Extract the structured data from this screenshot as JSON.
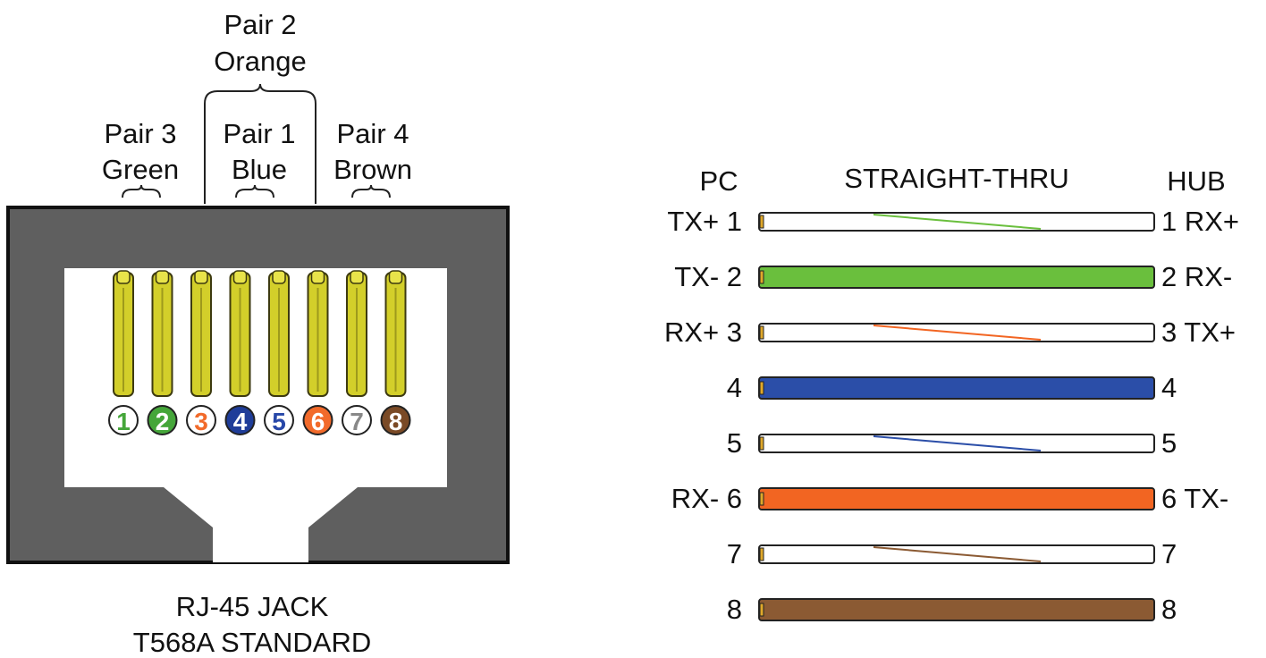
{
  "jack": {
    "pair2": {
      "name": "Pair 2",
      "color": "Orange"
    },
    "pair3": {
      "name": "Pair 3",
      "color": "Green"
    },
    "pair1": {
      "name": "Pair 1",
      "color": "Blue"
    },
    "pair4": {
      "name": "Pair 4",
      "color": "Brown"
    },
    "caption_line1": "RJ-45 JACK",
    "caption_line2": "T568A STANDARD",
    "pins": [
      {
        "num": "1",
        "fill": "#ffffff",
        "text": "#45a63a"
      },
      {
        "num": "2",
        "fill": "#45a63a",
        "text": "#ffffff"
      },
      {
        "num": "3",
        "fill": "#ffffff",
        "text": "#f26a2a"
      },
      {
        "num": "4",
        "fill": "#1f3d99",
        "text": "#ffffff"
      },
      {
        "num": "5",
        "fill": "#ffffff",
        "text": "#2747a8"
      },
      {
        "num": "6",
        "fill": "#f26a2a",
        "text": "#ffffff"
      },
      {
        "num": "7",
        "fill": "#ffffff",
        "text": "#888888"
      },
      {
        "num": "8",
        "fill": "#7a4a26",
        "text": "#ffffff"
      }
    ]
  },
  "cable": {
    "left_header": "PC",
    "title": "STRAIGHT-THRU",
    "right_header": "HUB",
    "wires": [
      {
        "left": "TX+ 1",
        "right": "1 RX+",
        "style": "stripe",
        "color": "#6abf3d"
      },
      {
        "left": "TX- 2",
        "right": "2 RX-",
        "style": "solid",
        "color": "#6abf3d"
      },
      {
        "left": "RX+ 3",
        "right": "3 TX+",
        "style": "stripe",
        "color": "#f26522"
      },
      {
        "left": "4",
        "right": "4",
        "style": "solid",
        "color": "#2b4ea8"
      },
      {
        "left": "5",
        "right": "5",
        "style": "stripe",
        "color": "#2b4ea8"
      },
      {
        "left": "RX- 6",
        "right": "6 TX-",
        "style": "solid",
        "color": "#f26522"
      },
      {
        "left": "7",
        "right": "7",
        "style": "stripe",
        "color": "#8b5a33"
      },
      {
        "left": "8",
        "right": "8",
        "style": "solid",
        "color": "#8b5a33"
      }
    ]
  }
}
